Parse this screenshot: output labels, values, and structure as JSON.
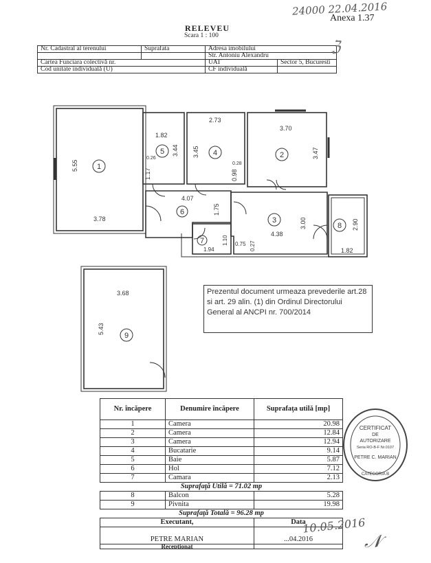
{
  "handwritten": {
    "top_note": "24000  22.04.2016",
    "date_bottom": "10.05.2016"
  },
  "annex": "Anexa 1.37",
  "title": "RELEVEU",
  "scale": "Scara 1 : 100",
  "header_table": {
    "row1": [
      "Nr. Cadastral al terenului",
      "Suprafata",
      "Adresa imobilului"
    ],
    "row2": [
      "",
      "",
      "Str. Antoniu Alexandru"
    ],
    "row3": [
      "Cartea Funciara colectivă nr.",
      "UAT",
      "Sector 5, Bucuresti"
    ],
    "row4": [
      "Cod unitate individuală (U)",
      "CF individuală",
      ""
    ]
  },
  "plan": {
    "room_numbers": [
      "1",
      "2",
      "3",
      "4",
      "5",
      "6",
      "7",
      "8",
      "9"
    ],
    "dimensions": {
      "r1_h": "5.55",
      "r1_w": "3.78",
      "r5_w": "1.82",
      "r5_h": "3.44",
      "r5_a": "0.26",
      "r5_b": "1.17",
      "r4_w": "2.73",
      "r4_h": "3.45",
      "r4_a": "0.28",
      "r4_b": "0.98",
      "r2_w": "3.70",
      "r2_h": "3.47",
      "r6_w": "4.07",
      "r6_h": "1.75",
      "r7_w": "1.94",
      "r7_h": "1.10",
      "r3_w": "4.38",
      "r3_h": "3.00",
      "r3_a": "0.75",
      "r3_b": "0.27",
      "r8_h": "2.90",
      "r8_w": "1.82",
      "r9_w": "3.68",
      "r9_h": "5.43"
    }
  },
  "legal_note": "Prezentul document urmeaza prevederile art.28 si art. 29 alin. (1) din Ordinul Directorului General al ANCPI nr. 700/2014",
  "areas_table": {
    "headers": [
      "Nr. încăpere",
      "Denumire încăpere",
      "Suprafaţa utilă [mp]"
    ],
    "rows": [
      [
        "1",
        "Camera",
        "20.98"
      ],
      [
        "2",
        "Camera",
        "12.84"
      ],
      [
        "3",
        "Camera",
        "12.94"
      ],
      [
        "4",
        "Bucatarie",
        "9.14"
      ],
      [
        "5",
        "Baie",
        "5.87"
      ],
      [
        "6",
        "Hol",
        "7.12"
      ],
      [
        "7",
        "Camara",
        "2.13"
      ]
    ],
    "useful_total": "Suprafaţă Utilă = 71.02 mp",
    "extra_rows": [
      [
        "8",
        "Balcon",
        "5.28"
      ],
      [
        "9",
        "Pivnita",
        "19.98"
      ]
    ],
    "total": "Suprafaţă Totală = 96.28 mp",
    "executant_label": "Executant,",
    "date_label": "Data",
    "executant_name": "PETRE MARIAN",
    "executant_date": "...04.2016",
    "next_label": "Receptionat"
  },
  "stamp": {
    "lines": [
      "CERTIFICAT",
      "DE",
      "AUTORIZARE",
      "Seria RO-B-F Nr.0107",
      "PETRE C. MARIAN",
      "CATEGORIA B"
    ]
  }
}
